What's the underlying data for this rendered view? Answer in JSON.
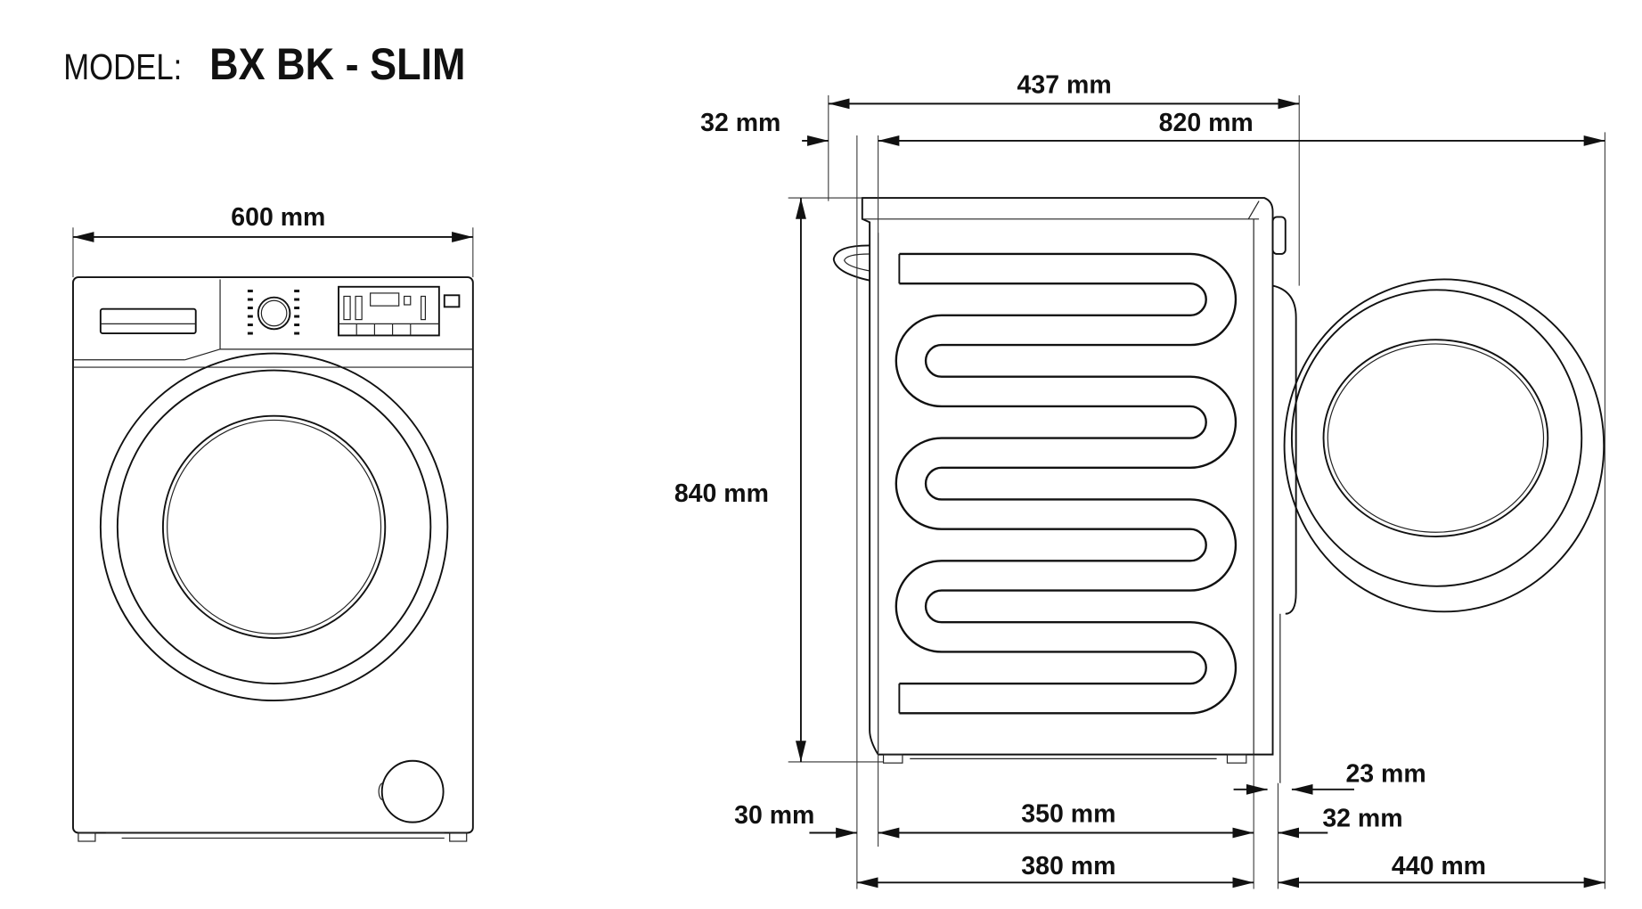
{
  "header": {
    "model_label": "MODEL:",
    "model_name": "BX BK - SLIM"
  },
  "dimensions": {
    "front_width": "600 mm",
    "top_depth": "437 mm",
    "rear_offset": "32 mm",
    "depth_door_open": "820 mm",
    "height": "840 mm",
    "rear_bottom_offset": "30 mm",
    "body_depth": "350 mm",
    "front_offset": "32 mm",
    "door_gap": "23 mm",
    "depth_total": "380 mm",
    "door_open_extent": "440 mm"
  }
}
